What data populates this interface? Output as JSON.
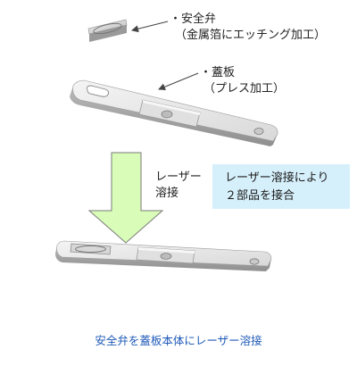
{
  "labels": {
    "valve_title": "・安全弁",
    "valve_note": "（金属箔にエッチング加工）",
    "cover_title": "・蓋板",
    "cover_note": "（プレス加工）",
    "process_line1": "レーザー",
    "process_line2": "溶接"
  },
  "callout": {
    "line1": "レーザー溶接により",
    "line2": "２部品を接合"
  },
  "caption": "安全弁を蓋板本体にレーザー溶接",
  "colors": {
    "callout_bg": "#d6f0fb",
    "arrow_fill": "#d9fdb8",
    "arrow_stroke": "#7a7a7a",
    "caption_text": "#1f5ab8",
    "plate_face": "#e6e6e6",
    "plate_side": "#a9a9a9"
  },
  "icons": [
    "down-arrow-icon",
    "pointer-arrow-icon"
  ]
}
